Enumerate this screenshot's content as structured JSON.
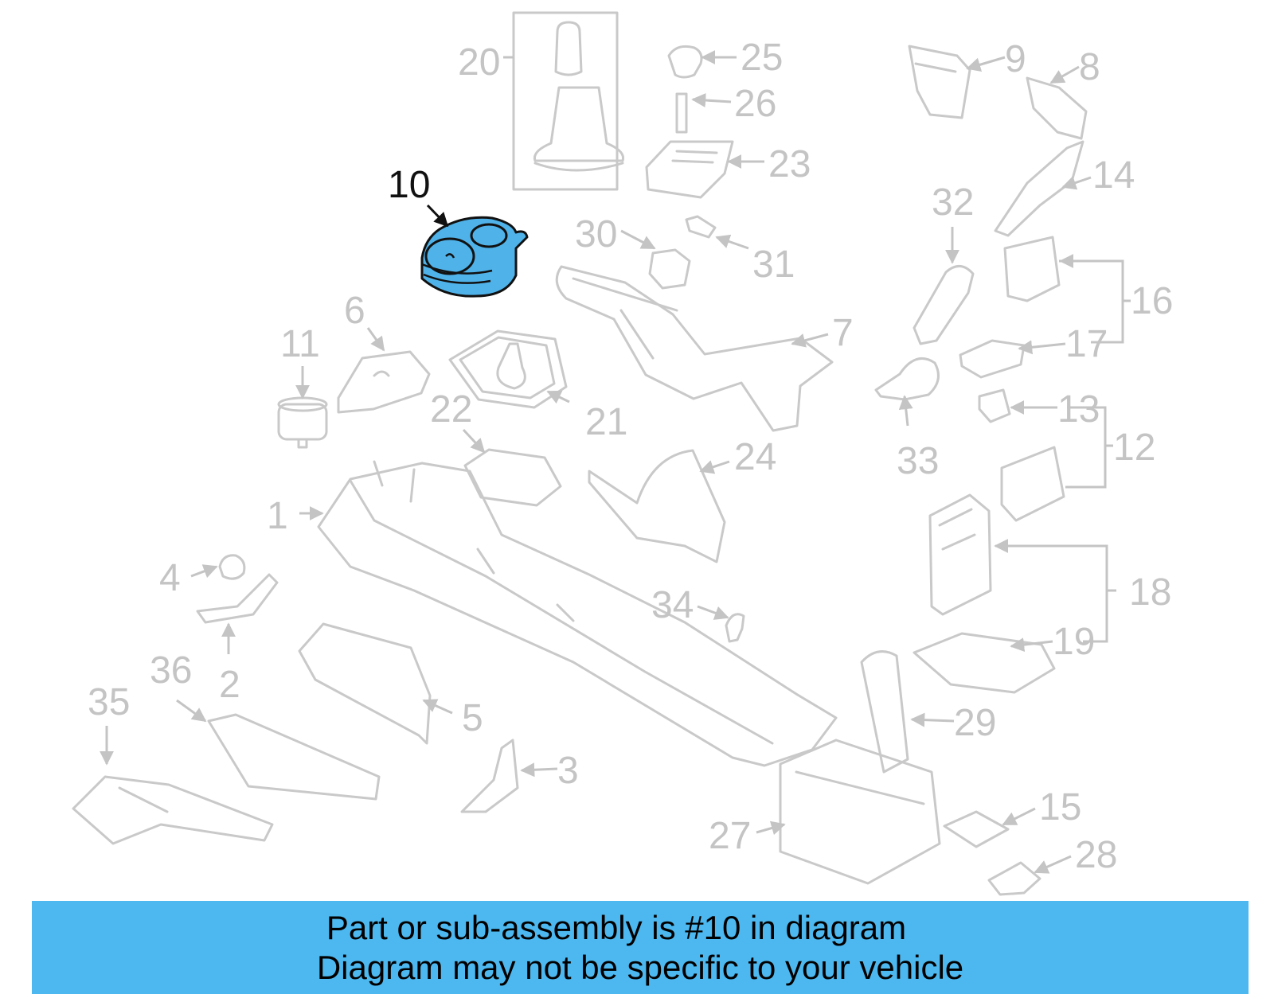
{
  "diagram": {
    "highlighted_part": "10",
    "highlight_color": "#4fb3ea",
    "labels": [
      "20",
      "25",
      "26",
      "23",
      "9",
      "8",
      "14",
      "32",
      "16",
      "17",
      "10",
      "30",
      "31",
      "7",
      "11",
      "6",
      "21",
      "22",
      "13",
      "12",
      "33",
      "24",
      "1",
      "18",
      "19",
      "4",
      "34",
      "2",
      "36",
      "35",
      "5",
      "29",
      "3",
      "27",
      "15",
      "28"
    ]
  },
  "banner": {
    "line1": "Part or sub-assembly is #10 in diagram",
    "line2": "Diagram may not be specific to your vehicle",
    "background": "#4db8ef"
  }
}
